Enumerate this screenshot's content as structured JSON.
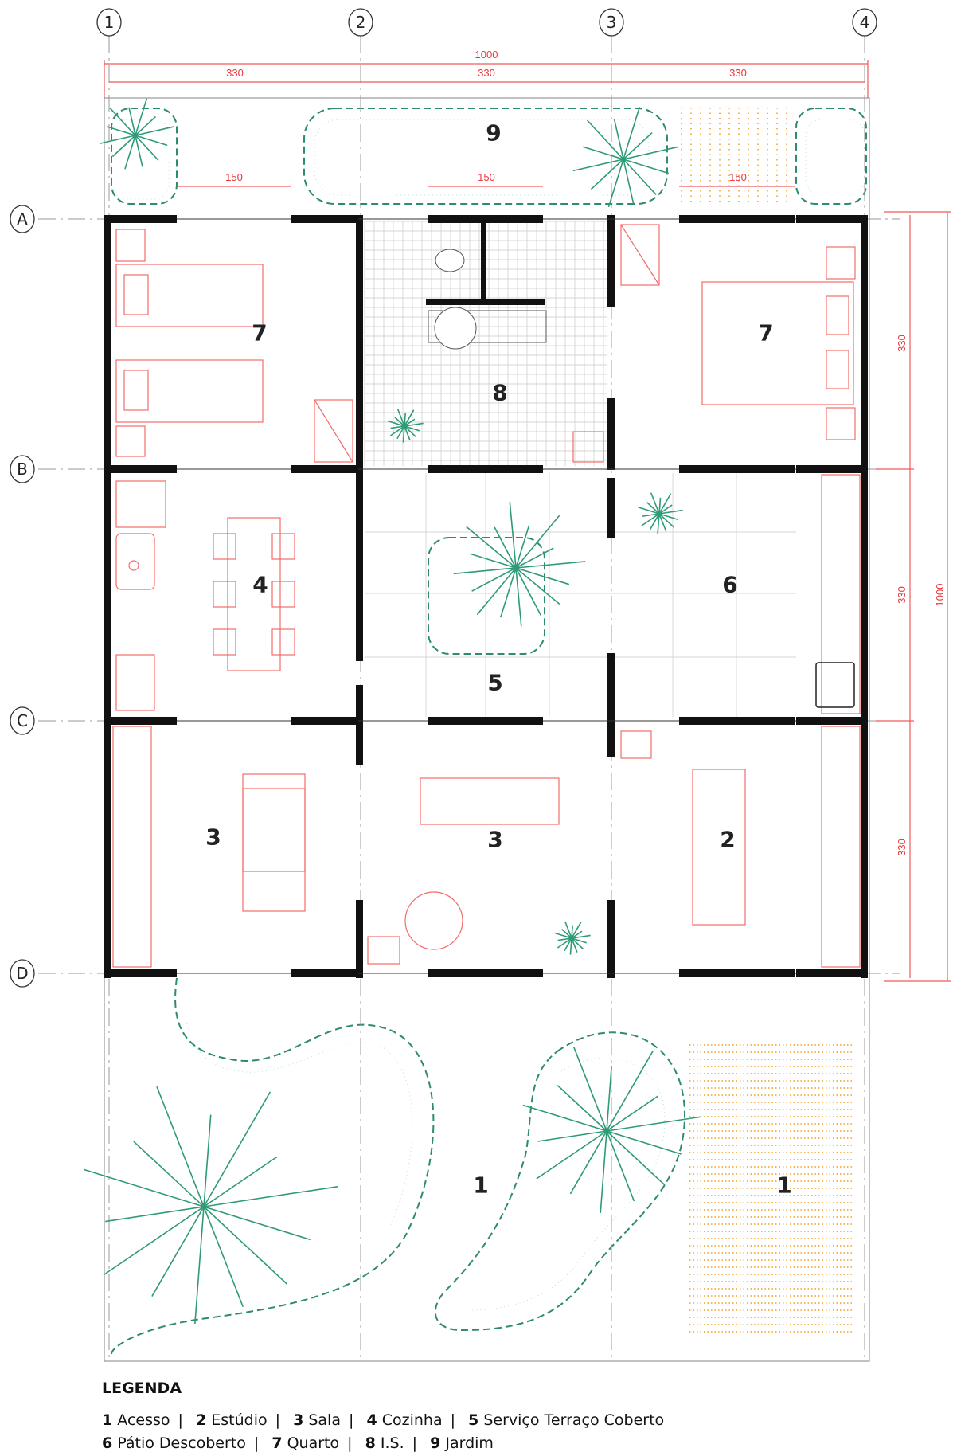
{
  "grid": {
    "columns": [
      "1",
      "2",
      "3",
      "4"
    ],
    "rows": [
      "A",
      "B",
      "C",
      "D"
    ]
  },
  "dimensions": {
    "top_total": "1000",
    "top_bays": [
      "330",
      "330",
      "330"
    ],
    "garden_widths": [
      "150",
      "150",
      "150"
    ],
    "right_bays": [
      "330",
      "330",
      "330"
    ],
    "right_total": "1000"
  },
  "rooms": {
    "r9": "9",
    "r7a": "7",
    "r7b": "7",
    "r8": "8",
    "r4": "4",
    "r5": "5",
    "r6": "6",
    "r3a": "3",
    "r3b": "3",
    "r2": "2",
    "r1a": "1",
    "r1b": "1"
  },
  "colors": {
    "walls": "#111111",
    "furniture": "#f26b6b",
    "vegetation": "#2e9a78",
    "dimension": "#e8383d",
    "gravel": "#f0a020"
  },
  "legend": {
    "title": "LEGENDA",
    "items": [
      {
        "num": "1",
        "label": "Acesso"
      },
      {
        "num": "2",
        "label": "Estúdio"
      },
      {
        "num": "3",
        "label": "Sala"
      },
      {
        "num": "4",
        "label": "Cozinha"
      },
      {
        "num": "5",
        "label": "Serviço Terraço Coberto"
      },
      {
        "num": "6",
        "label": "Pátio Descoberto"
      },
      {
        "num": "7",
        "label": "Quarto"
      },
      {
        "num": "8",
        "label": "I.S."
      },
      {
        "num": "9",
        "label": "Jardim"
      }
    ]
  }
}
